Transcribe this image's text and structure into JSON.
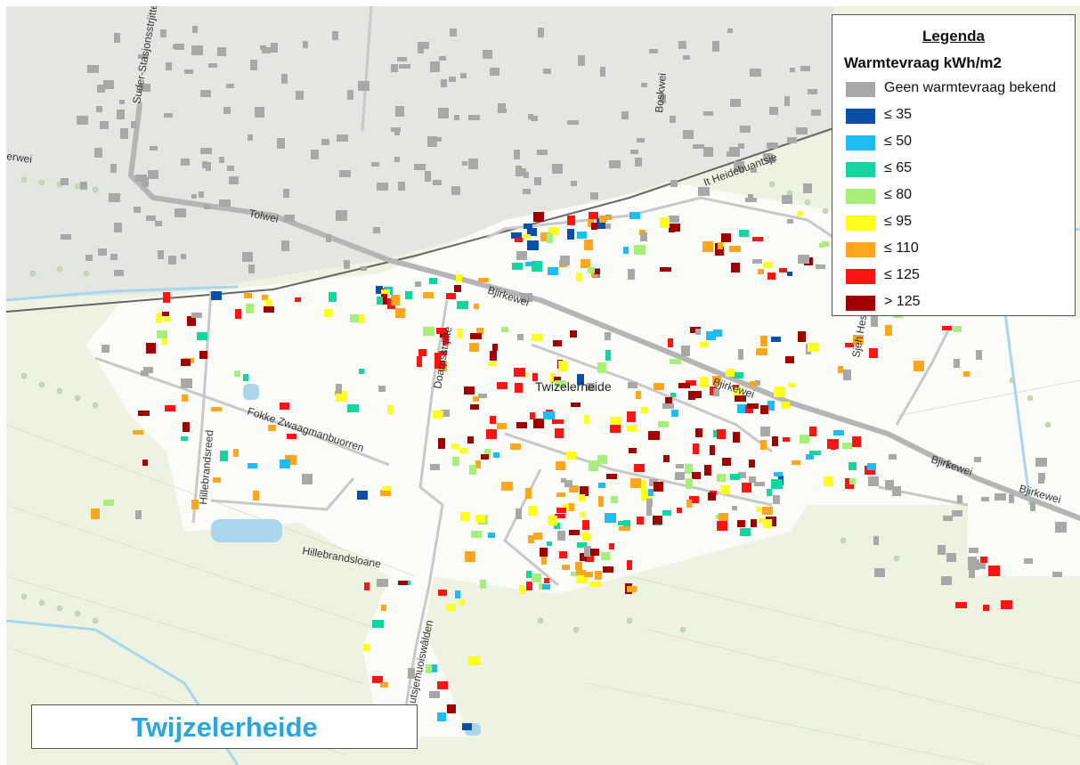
{
  "legend": {
    "title": "Legenda",
    "subtitle": "Warmtevraag kWh/m2",
    "items": [
      {
        "label": "Geen warmtevraag bekend",
        "color": "#a8a8a8"
      },
      {
        "label": "≤ 35",
        "color": "#0b4fa8"
      },
      {
        "label": "≤ 50",
        "color": "#1ebcf0"
      },
      {
        "label": "≤ 65",
        "color": "#14d4a0"
      },
      {
        "label": "≤ 80",
        "color": "#a8ee7a"
      },
      {
        "label": "≤ 95",
        "color": "#ffff1e"
      },
      {
        "label": "≤ 110",
        "color": "#ffa51e"
      },
      {
        "label": "≤ 125",
        "color": "#ff1414"
      },
      {
        "label": "> 125",
        "color": "#a00000"
      }
    ]
  },
  "map": {
    "place_label": "Twizelerheide",
    "roads": [
      "Suder-Stasjonsstrjitte",
      "Boskwei",
      "Tolwei",
      "It Heidebuantsje",
      "Bjirkewei",
      "Bjirkewei",
      "Bjirkewei",
      "Bjirkewei",
      "Doarpsstrjitte",
      "Sjeh Hest",
      "Fokke Zwaagmanbuorren",
      "Hillebrandsreed",
      "Hillebrandsloane",
      "Lutsjemuoiswâlden",
      "erwei"
    ]
  },
  "title_box": {
    "title": "Twijzelerheide"
  }
}
